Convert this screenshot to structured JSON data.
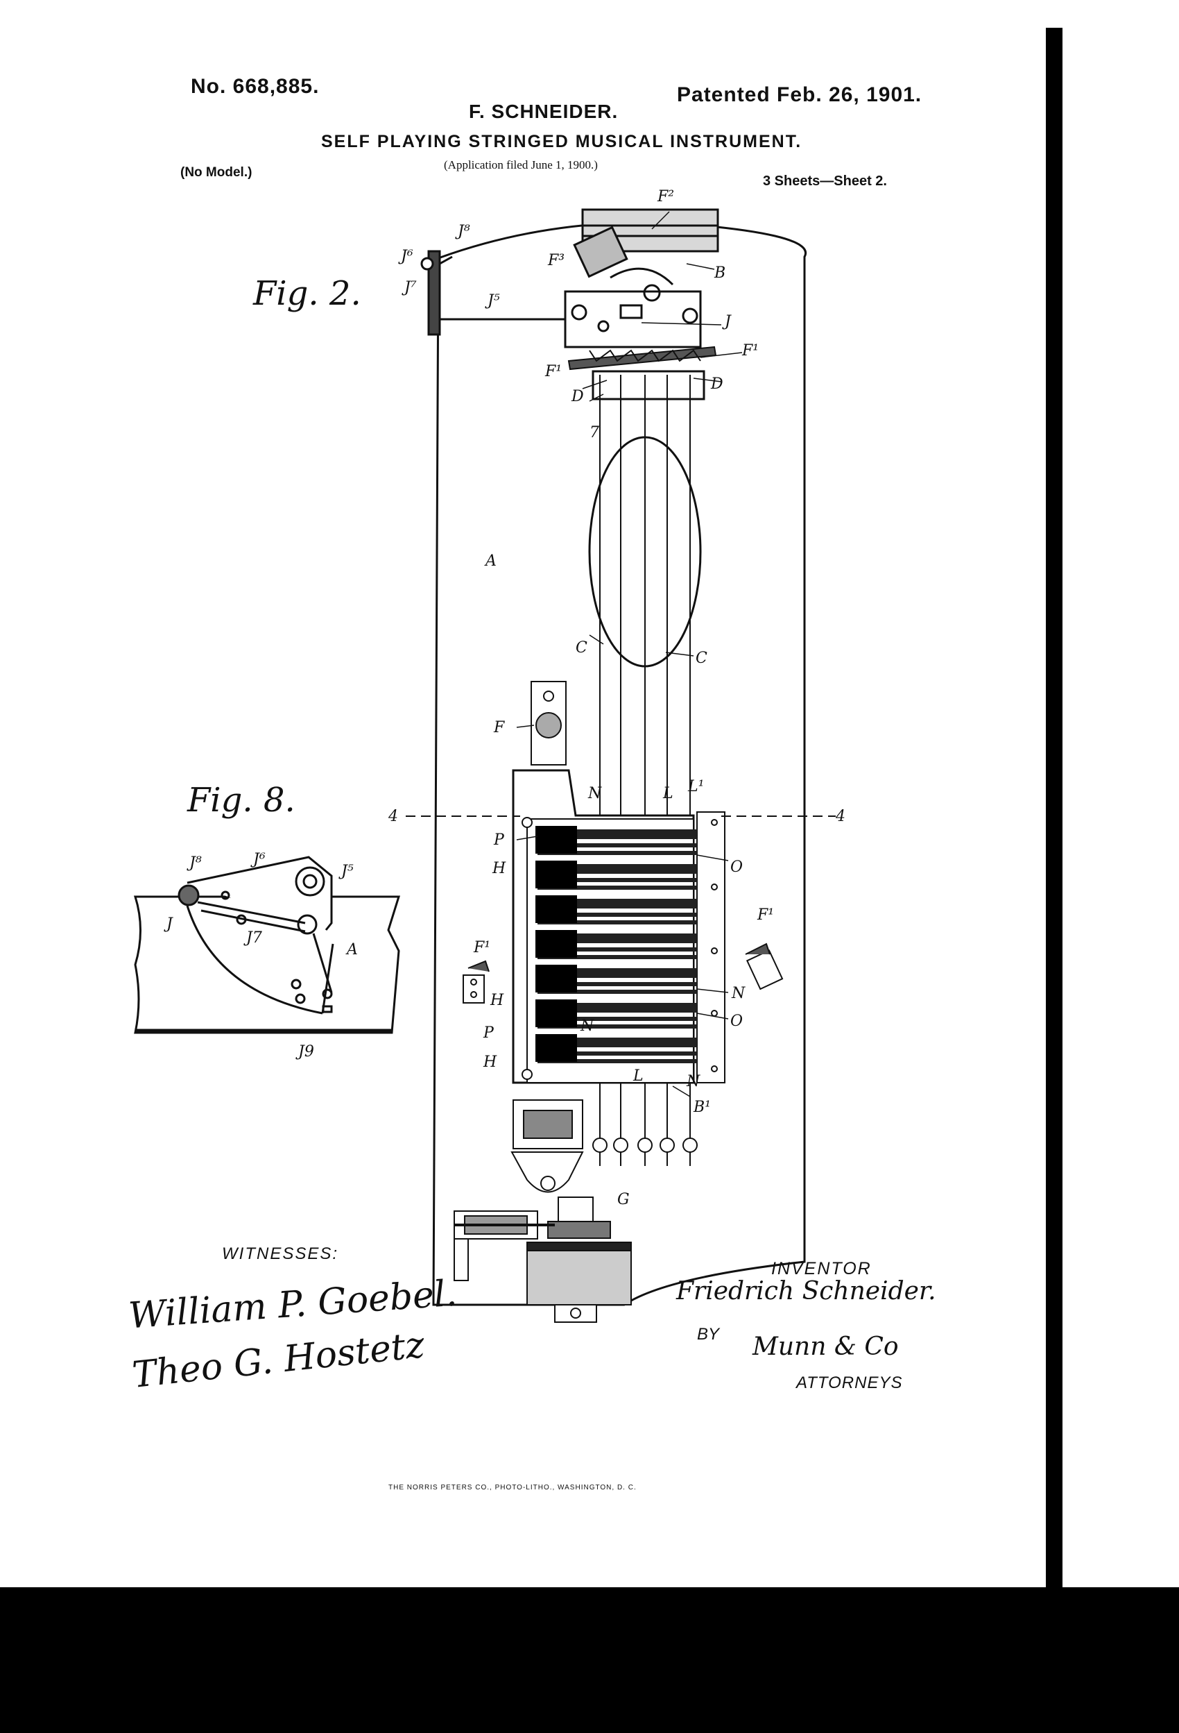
{
  "header": {
    "patent_number": "No. 668,885.",
    "patented_date": "Patented Feb. 26, 1901.",
    "inventor_name": "F. SCHNEIDER.",
    "title": "SELF PLAYING STRINGED MUSICAL INSTRUMENT.",
    "application_filed": "(Application filed June 1, 1900.)",
    "model_note": "(No Model.)",
    "sheet_info": "3 Sheets—Sheet 2."
  },
  "figures": {
    "fig2": "Fig. 2.",
    "fig8": "Fig. 8."
  },
  "labels": {
    "F2": "F²",
    "F3": "F³",
    "B": "B",
    "J8": "J⁸",
    "J6": "J⁶",
    "J7": "J⁷",
    "J5": "J⁵",
    "J": "J",
    "F1a": "F¹",
    "F1b": "F¹",
    "D1": "D",
    "D2": "D",
    "seven": "7",
    "A": "A",
    "C1": "C",
    "C2": "C",
    "F": "F",
    "N1": "N",
    "L1": "L",
    "L1p": "L¹",
    "four_l": "4",
    "four_r": "4",
    "P1": "P",
    "H1": "H",
    "O1": "O",
    "F1c": "F¹",
    "F1d": "F¹",
    "H2": "H",
    "N2": "N",
    "O2": "O",
    "P2": "P",
    "N3": "N",
    "H3": "H",
    "L2": "L",
    "N4": "N",
    "B1": "B¹",
    "G": "G",
    "f8_J8": "J⁸",
    "f8_J6": "J⁶",
    "f8_J5": "J⁵",
    "f8_J": "J",
    "f8_J7": "J7",
    "f8_A": "A",
    "f8_J9": "J9"
  },
  "footer": {
    "witnesses_label": "WITNESSES:",
    "witness_1": "William P. Goebel.",
    "witness_2": "Theo G. Hostetz",
    "inventor_label": "INVENTOR",
    "inventor_signature": "Friedrich Schneider.",
    "by_label": "BY",
    "attorney_signature": "Munn & Co",
    "attorneys_label": "ATTORNEYS",
    "printer": "THE NORRIS PETERS CO., PHOTO-LITHO., WASHINGTON, D. C."
  }
}
